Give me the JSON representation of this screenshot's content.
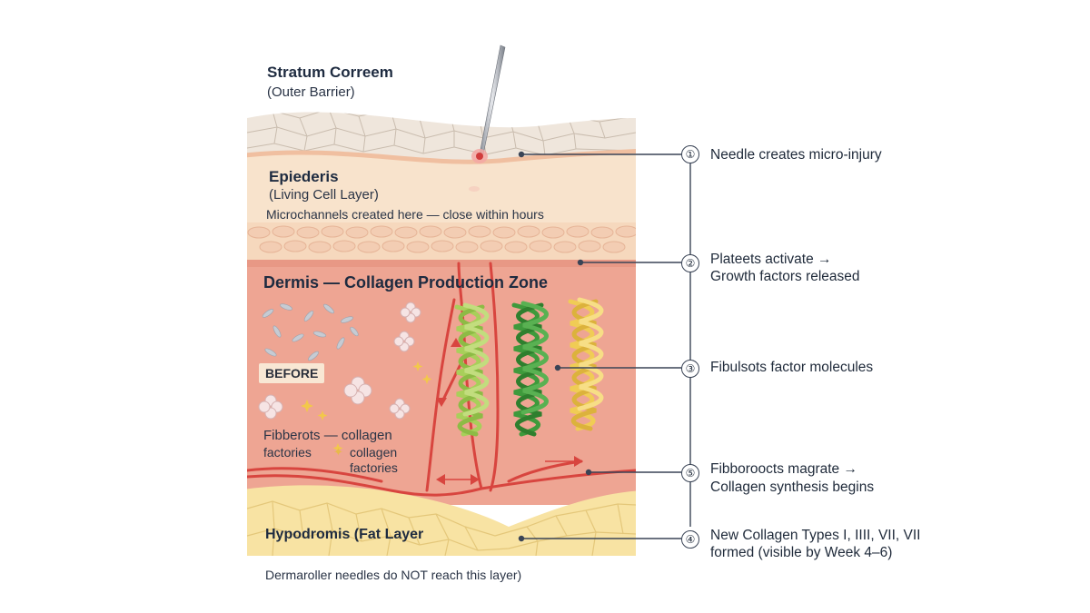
{
  "layers": {
    "stratum": {
      "title": "Stratum Correem",
      "subtitle": "(Outer Barrier)"
    },
    "epidermis": {
      "title": "Epiederis",
      "subtitle": "(Living Cell Layer)",
      "note": "Microchannels created here — close within hours"
    },
    "dermis": {
      "title": "Dermis — Collagen Production Zone",
      "before_badge": "BEFORE",
      "fibroblast_label_1": "Fibberots — collagen",
      "fibroblast_label_2": "factories",
      "fibroblast_label_3": "collagen",
      "fibroblast_label_4": "factories"
    },
    "hypodermis": {
      "title": "Hypodromis (Fat Layer",
      "footnote": "Dermaroller needles do NOT reach this layer)"
    }
  },
  "callouts": [
    {
      "number": "①",
      "line1": "Needle creates micro-injury",
      "line2": ""
    },
    {
      "number": "②",
      "line1": "Plateets activate →",
      "line2": "Growth factors released"
    },
    {
      "number": "③",
      "line1": "Fibulsots factor molecules",
      "line2": ""
    },
    {
      "number": "⑤",
      "line1": "Fibboroocts magrate →",
      "line2": "Collagen synthesis begins"
    },
    {
      "number": "④",
      "line1": "New Collagen Types I, IIII, VII, VII",
      "line2": "formed (visible by Week 4–6)"
    }
  ],
  "colors": {
    "stratum": "#efe6dc",
    "epidermis": "#f8e3cc",
    "dermis": "#eea593",
    "hypodermis": "#f8e3a3",
    "vessel": "#d8453f",
    "helix_light_green": "#a8cf5a",
    "helix_dark_green": "#3f9a3c",
    "helix_yellow": "#f0cc55"
  }
}
